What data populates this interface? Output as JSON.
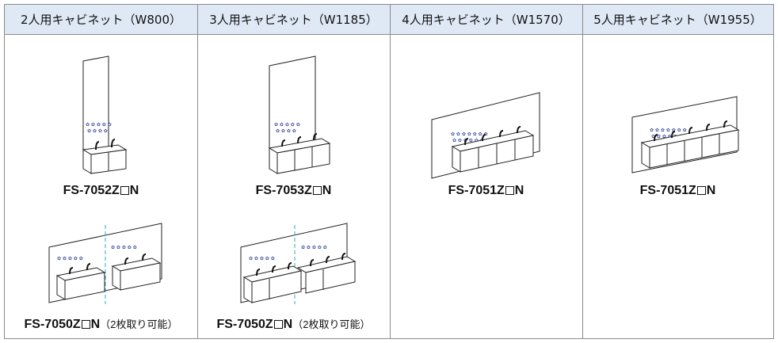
{
  "headers": [
    "2人用キャビネット（W800）",
    "3人用キャビネット（W1185）",
    "4人用キャビネット（W1570）",
    "5人用キャビネット（W1955）"
  ],
  "models": {
    "c1_top": {
      "pre": "FS-7052Z",
      "post": "N"
    },
    "c2_top": {
      "pre": "FS-7053Z",
      "post": "N"
    },
    "c3_top": {
      "pre": "FS-7051Z",
      "post": "N"
    },
    "c4_top": {
      "pre": "FS-7051Z",
      "post": "N"
    },
    "c1_bottom": {
      "pre": "FS-7050Z",
      "post": "N",
      "note": "（2枚取り可能）"
    },
    "c2_bottom": {
      "pre": "FS-7050Z",
      "post": "N",
      "note": "（2枚取り可能）"
    }
  },
  "colors": {
    "header_bg": "#dfe9f6",
    "border": "#8a8a8a",
    "split_line": "#2aa8c8",
    "motif": "#3a4aa0"
  }
}
